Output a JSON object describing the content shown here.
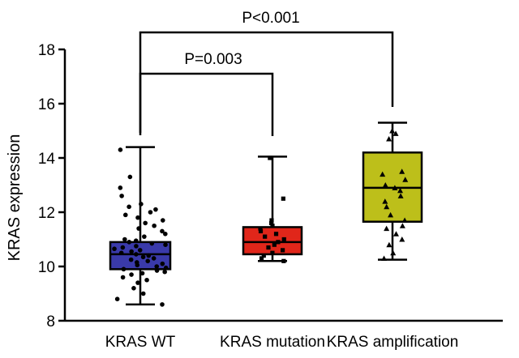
{
  "chart_data": {
    "type": "box",
    "title": "",
    "xlabel": "",
    "ylabel": "KRAS expression",
    "ylim": [
      8,
      18
    ],
    "yticks": [
      8,
      10,
      12,
      14,
      16,
      18
    ],
    "ytick_labels": [
      "8",
      "10",
      "12",
      "14",
      "16",
      "18"
    ],
    "grid": false,
    "legend": "none",
    "categories": [
      "KRAS WT",
      "KRAS mutation",
      "KRAS amplification"
    ],
    "groups": [
      {
        "label": "KRAS WT",
        "color": "#3a3aaa",
        "marker": "circle",
        "min": 8.6,
        "q1": 9.9,
        "median": 10.45,
        "q3": 10.9,
        "max": 14.4,
        "points": [
          8.6,
          8.8,
          9.0,
          9.2,
          9.4,
          9.5,
          9.6,
          9.7,
          9.75,
          9.8,
          9.85,
          9.9,
          9.95,
          10.0,
          10.05,
          10.1,
          10.15,
          10.2,
          10.25,
          10.3,
          10.35,
          10.4,
          10.45,
          10.5,
          10.55,
          10.6,
          10.65,
          10.7,
          10.75,
          10.8,
          10.85,
          10.9,
          10.95,
          11.0,
          11.1,
          11.2,
          11.3,
          11.4,
          11.5,
          11.6,
          11.7,
          11.8,
          11.9,
          12.0,
          12.1,
          12.2,
          12.3,
          12.6,
          12.9,
          13.3,
          14.3
        ]
      },
      {
        "label": "KRAS mutation",
        "color": "#e0261a",
        "marker": "square",
        "min": 10.2,
        "q1": 10.45,
        "median": 10.9,
        "q3": 11.45,
        "max": 14.05,
        "points": [
          10.2,
          10.3,
          10.4,
          10.5,
          10.6,
          10.7,
          10.8,
          10.9,
          11.0,
          11.1,
          11.2,
          11.3,
          11.4,
          11.5,
          11.6,
          11.7,
          12.5,
          14.0
        ]
      },
      {
        "label": "KRAS amplification",
        "color": "#bdbf1a",
        "marker": "triangle",
        "min": 10.25,
        "q1": 11.65,
        "median": 12.9,
        "q3": 14.2,
        "max": 15.3,
        "points": [
          10.3,
          10.5,
          10.8,
          11.0,
          11.2,
          11.4,
          11.5,
          11.7,
          11.9,
          12.2,
          12.4,
          12.6,
          12.8,
          12.9,
          13.0,
          13.2,
          13.4,
          13.5,
          14.7,
          14.9,
          15.0
        ]
      }
    ],
    "annotations": [
      {
        "text": "P=0.003",
        "from": 0,
        "to": 1,
        "y": 16.0
      },
      {
        "text": "P<0.001",
        "from": 0,
        "to": 2,
        "y": 17.6
      }
    ]
  }
}
